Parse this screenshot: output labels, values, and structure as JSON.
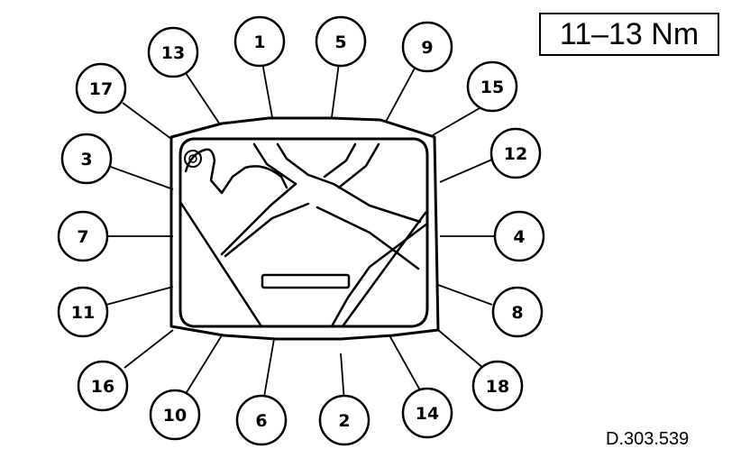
{
  "torque_spec": "11–13 Nm",
  "reference": "D.303.539",
  "bolts": [
    {
      "label": "1"
    },
    {
      "label": "2"
    },
    {
      "label": "3"
    },
    {
      "label": "4"
    },
    {
      "label": "5"
    },
    {
      "label": "6"
    },
    {
      "label": "7"
    },
    {
      "label": "8"
    },
    {
      "label": "9"
    },
    {
      "label": "10"
    },
    {
      "label": "11"
    },
    {
      "label": "12"
    },
    {
      "label": "13"
    },
    {
      "label": "14"
    },
    {
      "label": "15"
    },
    {
      "label": "16"
    },
    {
      "label": "17"
    },
    {
      "label": "18"
    }
  ]
}
